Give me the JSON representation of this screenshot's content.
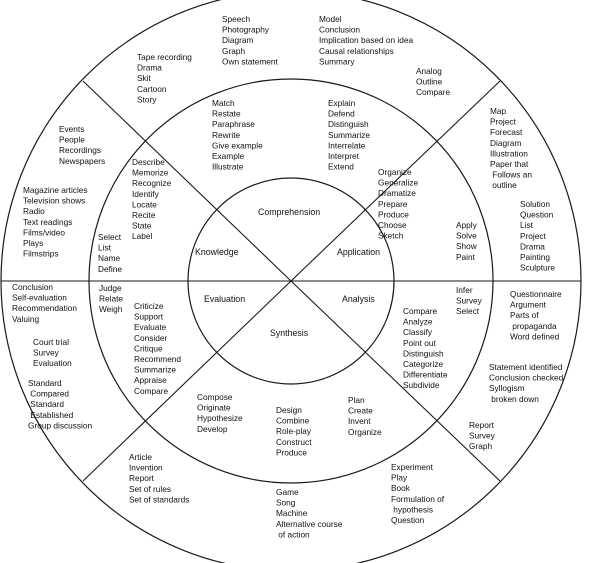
{
  "center": {
    "knowledge": "Knowledge",
    "comprehension": "Comprehension",
    "application": "Application",
    "analysis": "Analysis",
    "synthesis": "Synthesis",
    "evaluation": "Evaluation"
  },
  "verbs": {
    "knowledge": [
      "Describe",
      "Memorize",
      "Recognize",
      "Identify",
      "Locate",
      "Recite",
      "State",
      "Label"
    ],
    "knowledge_extra": [
      "Select",
      "List",
      "Name",
      "Define"
    ],
    "comprehension_left": [
      "Match",
      "Restate",
      "Paraphrase",
      "Rewrite",
      "Give example",
      "Example",
      "Illustrate"
    ],
    "comprehension_right": [
      "Explain",
      "Defend",
      "Distinguish",
      "Summarize",
      "Interrelate",
      "Interpret",
      "Extend"
    ],
    "application": [
      "Organize",
      "Generalize",
      "Dramatize",
      "Prepare",
      "Produce",
      "Choose",
      "Sketch"
    ],
    "application_extra": [
      "Apply",
      "Solve",
      "Show",
      "Paint"
    ],
    "analysis": [
      "Compare",
      "Analyze",
      "Classify",
      "Point out",
      "Distinguish",
      "Categorize",
      "Differentiate",
      "Subdivide"
    ],
    "analysis_extra": [
      "Infer",
      "Survey",
      "Select"
    ],
    "synthesis_left": [
      "Compose",
      "Originate",
      "Hypothesize",
      "Develop"
    ],
    "synthesis_mid": [
      "Design",
      "Combine",
      "Role-play",
      "Construct",
      "Produce"
    ],
    "synthesis_right": [
      "Plan",
      "Create",
      "Invent",
      "Organize"
    ],
    "evaluation": [
      "Criticize",
      "Support",
      "Evaluate",
      "Consider",
      "Critique",
      "Recommend",
      "Summarize",
      "Appraise",
      "Compare"
    ],
    "evaluation_extra": [
      "Judge",
      "Relate",
      "Weigh"
    ]
  },
  "products": {
    "knowledge_upper": [
      "Events",
      "People",
      "Recordings",
      "Newspapers"
    ],
    "knowledge_lower": [
      "Magazine articles",
      "Television shows",
      "Radio",
      "Text readings",
      "Films/video",
      "Plays",
      "Filmstrips"
    ],
    "comprehension_left": [
      "Tape recording",
      "Drama",
      "Skit",
      "Cartoon",
      "Story"
    ],
    "comprehension_mid": [
      "Speech",
      "Photography",
      "Diagram",
      "Graph",
      "Own statement"
    ],
    "comprehension_right": [
      "Model",
      "Conclusion",
      "Implication based on idea",
      "Causal relationships",
      "Summary"
    ],
    "application_top": [
      "Analog",
      "Outline",
      "Compare"
    ],
    "application_mid": [
      "Map",
      "Project",
      "Forecast",
      "Diagram",
      "Illustration",
      "Paper that",
      "  Follows an",
      "  outline"
    ],
    "application_low": [
      "Solution",
      "Question",
      "List",
      "Project",
      "Drama",
      "Painting",
      "Sculpture"
    ],
    "analysis_upper": [
      "Questionnaire",
      "Argument",
      "Parts of",
      "  propaganda",
      "Word defined"
    ],
    "analysis_mid": [
      "Statement identified",
      "Conclusion checked",
      "Syllogism",
      "  broken down"
    ],
    "analysis_low": [
      "Report",
      "Survey",
      "Graph"
    ],
    "synthesis_left": [
      "Article",
      "Invention",
      "Report",
      "Set of rules",
      "Set of standards"
    ],
    "synthesis_mid": [
      "Game",
      "Song",
      "Machine",
      "Alternative course",
      "  of action"
    ],
    "synthesis_right": [
      "Experiment",
      "Play",
      "Book",
      "Formulation of",
      "  hypothesis",
      "Question"
    ],
    "evaluation_upper": [
      "Conclusion",
      "Self-evaluation",
      "Recommendation",
      "Valuing"
    ],
    "evaluation_mid": [
      "Court trial",
      "Survey",
      "Evaluation"
    ],
    "evaluation_low": [
      "Standard",
      "  Compared",
      "  Standard",
      "  Established",
      "Group discussion"
    ]
  }
}
